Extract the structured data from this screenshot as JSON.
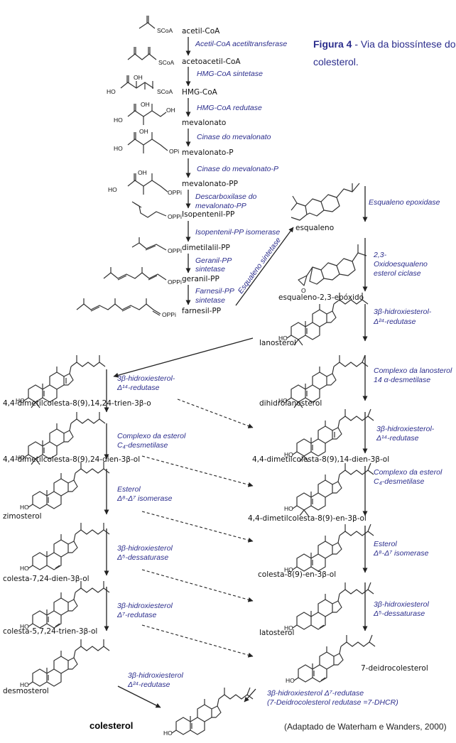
{
  "caption": {
    "label": "Figura 4",
    "line1": " - Via da biossíntese do",
    "line2": "colesterol."
  },
  "source": "(Adaptado de Waterham e Wanders, 2000)",
  "compounds": {
    "acetilcoa": "acetil-CoA",
    "acetoacetilcoa": "acetoacetil-CoA",
    "hmgcoa": "HMG-CoA",
    "mevalonato": "mevalonato",
    "mevalonatop": "mevalonato-P",
    "mevalonatopp": "mevalonato-PP",
    "isopentenilpp": "Isopentenil-PP",
    "dimetilalilpp": "dimetilalil-PP",
    "geranilpp": "geranil-PP",
    "farnesilpp": "farnesil-PP",
    "esqualeno": "esqualeno",
    "epoxido": "esqualeno-2,3-epóxido",
    "lanosterol": "lanosterol",
    "dihidrolanosterol": "dihidrolanosterol",
    "trien14": "4,4-dimetilcolesta-8(9),14,24-trien-3β-o",
    "dien24": "4,4-dimetilcolesta-8(9),24-dien-3β-ol",
    "dien14": "4,4-dimetilcolesta-8(9),14-dien-3β-ol",
    "zimosterol": "zimosterol",
    "en8": "4,4-dimetilcolesta-8(9)-en-3β-ol",
    "colesta724": "colesta-7,24-dien-3β-ol",
    "colesta8": "colesta-8(9)-en-3β-ol",
    "colesta5724": "colesta-5,7,24-trien-3β-ol",
    "latosterol": "latosterol",
    "desmosterol": "desmosterol",
    "deidro7": "7-deidrocolesterol",
    "colesterol": "colesterol"
  },
  "enzymes": {
    "e1": "Acetil-CoA acetiltransferase",
    "e2": "HMG-CoA sintetase",
    "e3": "HMG-CoA redutase",
    "e4": "Cinase do mevalonato",
    "e5": "Cinase do mevalonato-P",
    "e6a": "Descarboxilase do",
    "e6b": "mevalonato-PP",
    "e7": "Isopentenil-PP isomerase",
    "e8a": "Geranil-PP",
    "e8b": "sintetase",
    "e9a": "Farnesil-PP",
    "e9b": "sintetase",
    "e10": "Esqualeno sintetase",
    "e11": "Esqualeno epoxidase",
    "e12a": "2,3-",
    "e12b": "Oxidoesqualeno",
    "e12c": "esterol  ciclase",
    "e13a": "3β-hidroxiesterol-",
    "e13b": "Δ²⁴-redutase",
    "e14a": "Complexo da lanosterol",
    "e14b": "14 α-desmetilase",
    "e15a": "3β-hidroxiesterol-",
    "e15b": "Δ¹⁴-redutase",
    "e16a": "3β-hidroxiesterol-",
    "e16b": "Δ¹⁴-redutase",
    "e17a": "Complexo da esterol",
    "e17b": "C₄-desmetilase",
    "e18a": "Complexo da esterol",
    "e18b": "C₄-desmetilase",
    "e19a": "Esterol",
    "e19b": "Δ⁸-Δ⁷ isomerase",
    "e20a": "Esterol",
    "e20b": "Δ⁸-Δ⁷ isomerase",
    "e21a": "3β-hidroxiesterol",
    "e21b": "Δ⁵-dessaturase",
    "e22a": "3β-hidroxiesterol",
    "e22b": "Δ⁵-dessaturase",
    "e23a": "3β-hidroxiesterol",
    "e23b": "Δ⁷-redutase",
    "e24a": "3β-hidroxiesterol",
    "e24b": "Δ²⁴-redutase",
    "e25a": "3β-hidroxiesterol Δ⁷-redutase",
    "e25b": "(7-Deidrocolesterol redutase  =7-DHCR)"
  },
  "atoms": {
    "scoa": "SCoA",
    "opi": "OPi",
    "oppi": "OPPi",
    "ho": "HO",
    "oh": "OH",
    "o": "O"
  },
  "colors": {
    "enzyme_text": "#2b2d8c",
    "line": "#222222"
  }
}
